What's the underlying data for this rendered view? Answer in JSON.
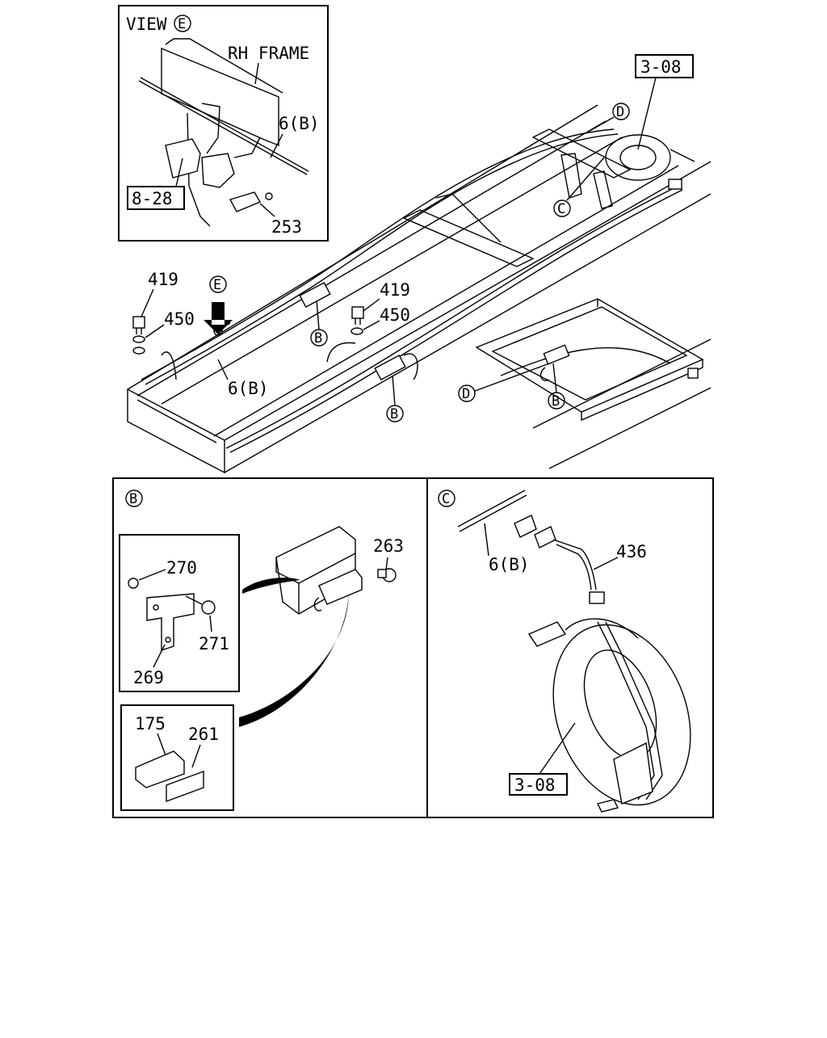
{
  "view_e": {
    "title": "VIEW",
    "title_marker": "E",
    "frame_label": "RH FRAME",
    "pipe_label": "6(B)",
    "ref_box": "8-28",
    "part_253": "253"
  },
  "main": {
    "ref_box": "3-08",
    "marker_d_top": "D",
    "marker_c": "C",
    "marker_e": "E",
    "part_419_left": "419",
    "part_450_left": "450",
    "part_419_right": "419",
    "part_450_right": "450",
    "pipe_label": "6(B)",
    "marker_b_1": "B",
    "marker_b_2": "B",
    "marker_b_3": "B",
    "marker_d_bottom": "D"
  },
  "detail_b": {
    "marker": "B",
    "part_263": "263",
    "part_270": "270",
    "part_271": "271",
    "part_269": "269",
    "part_175": "175",
    "part_261": "261"
  },
  "detail_c": {
    "marker": "C",
    "pipe_label": "6(B)",
    "part_436": "436",
    "ref_box": "3-08"
  }
}
